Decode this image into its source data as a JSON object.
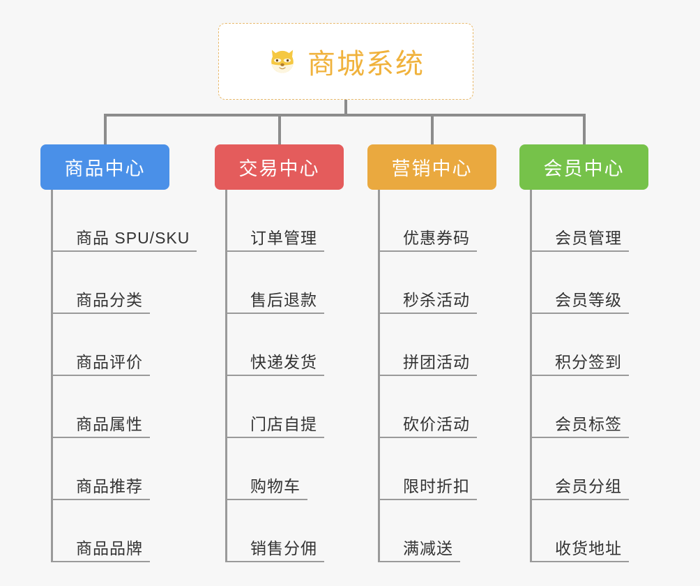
{
  "background_color": "#f7f7f7",
  "line_color": "#8c8c8c",
  "root": {
    "title": "商城系统",
    "icon": "dog-face-icon",
    "text_color": "#f0b23c",
    "border_color": "#e8b86a",
    "background_color": "#ffffff"
  },
  "columns": [
    {
      "title": "商品中心",
      "color": "#4a90e8",
      "items": [
        "商品 SPU/SKU",
        "商品分类",
        "商品评价",
        "商品属性",
        "商品推荐",
        "商品品牌"
      ]
    },
    {
      "title": "交易中心",
      "color": "#e45c5c",
      "items": [
        "订单管理",
        "售后退款",
        "快递发货",
        "门店自提",
        "购物车",
        "销售分佣"
      ]
    },
    {
      "title": "营销中心",
      "color": "#eaa93f",
      "items": [
        "优惠券码",
        "秒杀活动",
        "拼团活动",
        "砍价活动",
        "限时折扣",
        "满减送"
      ]
    },
    {
      "title": "会员中心",
      "color": "#76c24a",
      "items": [
        "会员管理",
        "会员等级",
        "积分签到",
        "会员标签",
        "会员分组",
        "收货地址"
      ]
    }
  ]
}
